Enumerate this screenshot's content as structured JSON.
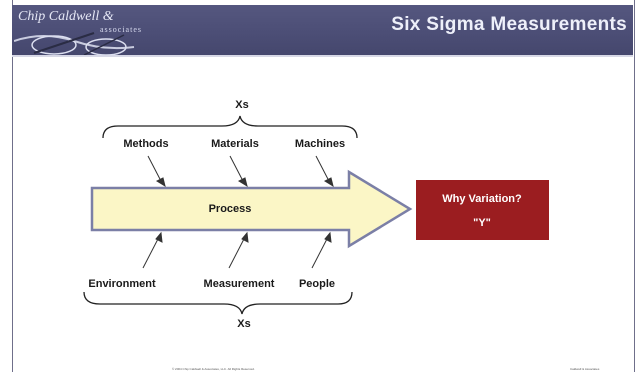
{
  "header": {
    "title": "Six Sigma Measurements",
    "logo_name": "Chip Caldwell &",
    "logo_sub": "associates"
  },
  "diagram": {
    "top_brace_label": "Xs",
    "bottom_brace_label": "Xs",
    "top_inputs": [
      "Methods",
      "Materials",
      "Machines"
    ],
    "bottom_inputs": [
      "Environment",
      "Measurement",
      "People"
    ],
    "process_label": "Process",
    "outcome": {
      "line1": "Why Variation?",
      "line2": "\"Y\""
    }
  },
  "footer": {
    "left_text": "© 2004 Chip Caldwell & Associates, LLC. All Rights Reserved.",
    "right_text": "Caldwell & Associates"
  },
  "colors": {
    "banner": "#4c4e76",
    "arrow_fill": "#fbf6c6",
    "arrow_stroke": "#7b7fa6",
    "outcome_box": "#9b1d20"
  }
}
